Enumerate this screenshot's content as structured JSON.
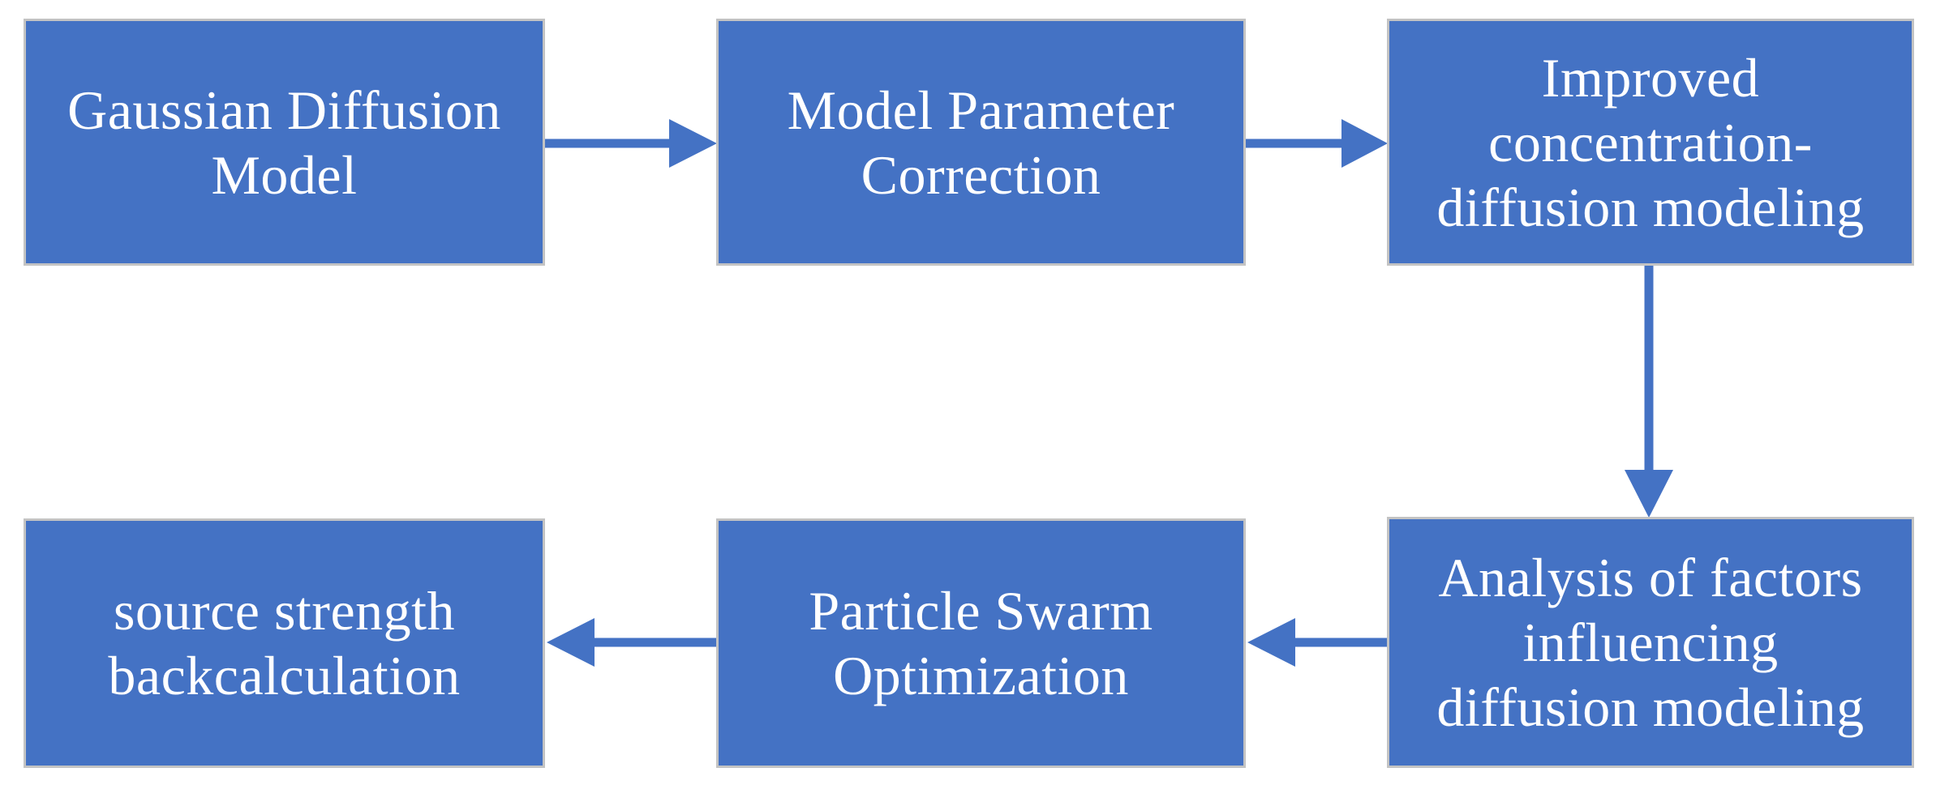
{
  "diagram": {
    "type": "flowchart",
    "background": "#FFFFFF",
    "colors": {
      "node_fill": "#4472C4",
      "node_border": "#C3C3C3",
      "arrow": "#4472C4",
      "text": "#FFFFFF"
    },
    "nodes": [
      {
        "id": "gaussian-diffusion-model",
        "label": "Gaussian Diffusion Model",
        "lines": [
          "Gaussian Diffusion",
          "Model"
        ]
      },
      {
        "id": "model-parameter-correction",
        "label": "Model Parameter Correction",
        "lines": [
          "Model Parameter",
          "Correction"
        ]
      },
      {
        "id": "improved-concentration-diffusion-modeling",
        "label": "Improved concentration-diffusion modeling",
        "lines": [
          "Improved",
          "concentration-",
          "diffusion modeling"
        ]
      },
      {
        "id": "source-strength-backcalculation",
        "label": "source strength backcalculation",
        "lines": [
          "source strength",
          "backcalculation"
        ]
      },
      {
        "id": "particle-swarm-optimization",
        "label": "Particle Swarm Optimization",
        "lines": [
          "Particle Swarm",
          "Optimization"
        ]
      },
      {
        "id": "analysis-of-factors-influencing-diffusion-modeling",
        "label": "Analysis of factors influencing diffusion modeling",
        "lines": [
          "Analysis of factors",
          "influencing",
          "diffusion modeling"
        ]
      }
    ],
    "edges": [
      {
        "from": "gaussian-diffusion-model",
        "to": "model-parameter-correction",
        "direction": "right"
      },
      {
        "from": "model-parameter-correction",
        "to": "improved-concentration-diffusion-modeling",
        "direction": "right"
      },
      {
        "from": "improved-concentration-diffusion-modeling",
        "to": "analysis-of-factors-influencing-diffusion-modeling",
        "direction": "down"
      },
      {
        "from": "analysis-of-factors-influencing-diffusion-modeling",
        "to": "particle-swarm-optimization",
        "direction": "left"
      },
      {
        "from": "particle-swarm-optimization",
        "to": "source-strength-backcalculation",
        "direction": "left"
      }
    ]
  }
}
